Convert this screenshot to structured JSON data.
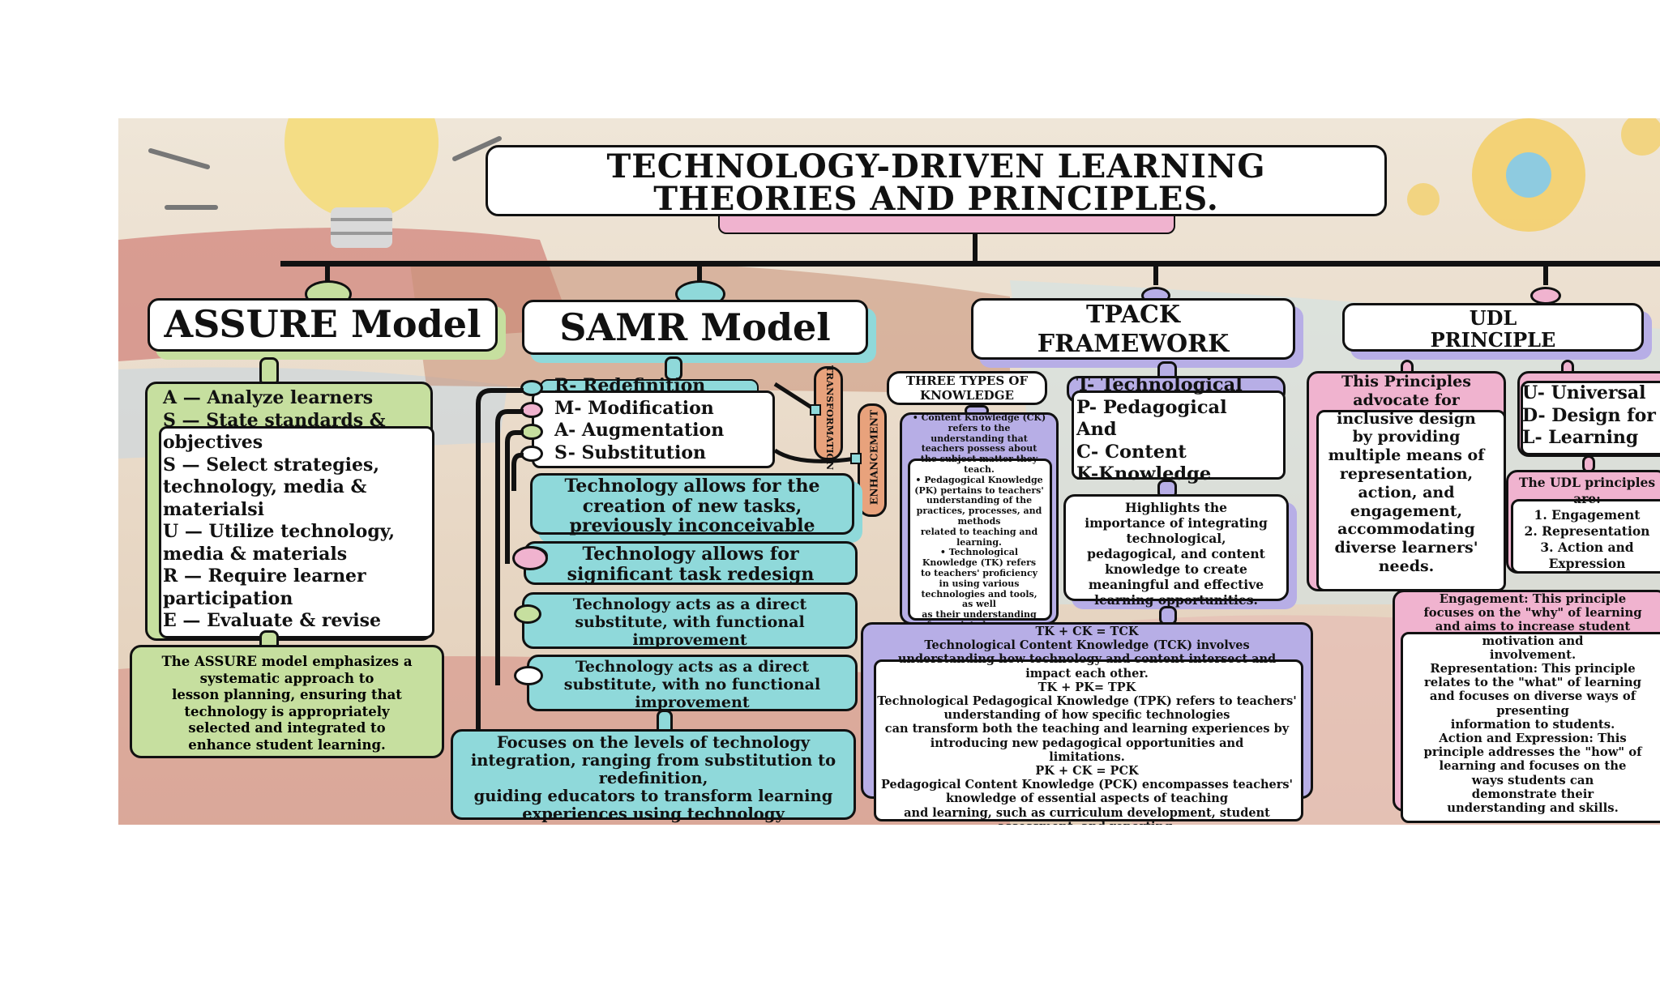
{
  "title": {
    "line1": "TECHNOLOGY-DRIVEN LEARNING",
    "line2": "THEORIES AND PRINCIPLES."
  },
  "assure": {
    "heading": "ASSURE Model",
    "steps": "A — Analyze learners\nS — State standards &\nobjectives\nS — Select strategies,\ntechnology, media &\nmaterialsi\nU — Utilize technology,\nmedia & materials\nR — Require learner\nparticipation\nE — Evaluate & revise",
    "summary": "The ASSURE model emphasizes a\nsystematic approach to\nlesson planning, ensuring that\ntechnology is appropriately\nselected and integrated to\nenhance student learning."
  },
  "samr": {
    "heading": "SAMR Model",
    "levels": [
      "R- Redefinition",
      "M- Modification",
      "A- Augmentation",
      "S- Substitution"
    ],
    "transformation_label": "TRANSFORMATION",
    "enhancement_label": "ENHANCEMENT",
    "descriptions": [
      "Technology allows for the\ncreation of new tasks,\npreviously inconceivable",
      "Technology allows for\nsignificant task redesign",
      "Technology acts as a direct\nsubstitute, with functional\nimprovement",
      "Technology acts as a direct\nsubstitute, with no functional\nimprovement"
    ],
    "summary": "Focuses on the levels of technology\nintegration, ranging from substitution to\nredefinition,\nguiding educators to transform learning\nexperiences using technology"
  },
  "tpack": {
    "heading": "TPACK\nFRAMEWORK",
    "types_label": "THREE TYPES OF\nKNOWLEDGE",
    "knowledge_types": "• Content Knowledge (CK)\nrefers to the\nunderstanding that\nteachers possess about\nthe subject matter they\nteach.\n• Pedagogical Knowledge\n(PK) pertains to teachers'\nunderstanding of the\npractices, processes, and\nmethods\nrelated to teaching and\nlearning.\n• Technological\nKnowledge (TK) refers\nto teachers' proficiency\nin using various\ntechnologies and tools,\nas well\nas their understanding\nof associated resources",
    "acronym": "T- Technological\nP- Pedagogical\nAnd\nC- Content\nK-Knowledge",
    "highlight": "Highlights the\nimportance of integrating\ntechnological,\npedagogical, and content\nknowledge to create\nmeaningful and effective\nlearning opportunities.",
    "combinations": "TK + CK = TCK\nTechnological Content Knowledge (TCK) involves\nunderstanding how technology and content intersect and\nimpact each other.\nTK + PK= TPK\nTechnological Pedagogical Knowledge (TPK) refers to teachers'\nunderstanding of how specific technologies\ncan transform both the teaching and learning experiences by\nintroducing new pedagogical opportunities and\nlimitations.\nPK + CK = PCK\nPedagogical Content Knowledge (PCK) encompasses teachers'\nknowledge of essential aspects of teaching\nand learning, such as curriculum development, student\nassessment, and reporting."
  },
  "udl": {
    "heading": "UDL\nPRINCIPLE",
    "advocate": "This Principles\nadvocate for\ninclusive design\nby providing\nmultiple means of\nrepresentation,\naction, and\nengagement,\naccommodating\ndiverse learners'\nneeds.",
    "acronym": "U- Universal\nD- Design for\nL- Learning",
    "principles": "The UDL principles\nare:\n1. Engagement\n2. Representation\n3. Action and\nExpression",
    "details": "Engagement: This principle\nfocuses on the \"why\" of learning\nand aims to increase student\nmotivation and\ninvolvement.\nRepresentation: This principle\nrelates to the \"what\" of learning\nand focuses on diverse ways of\npresenting\ninformation to students.\nAction and Expression: This\nprinciple addresses the \"how\" of\nlearning and focuses on the\nways students can\ndemonstrate their\nunderstanding and skills."
  },
  "colors": {
    "green": "#c6df9f",
    "teal": "#8fd9da",
    "purple": "#b7aee6",
    "pink": "#f0b3cf",
    "ink": "#111111"
  },
  "icons": [
    "lightbulb-icon",
    "gear-icon"
  ]
}
